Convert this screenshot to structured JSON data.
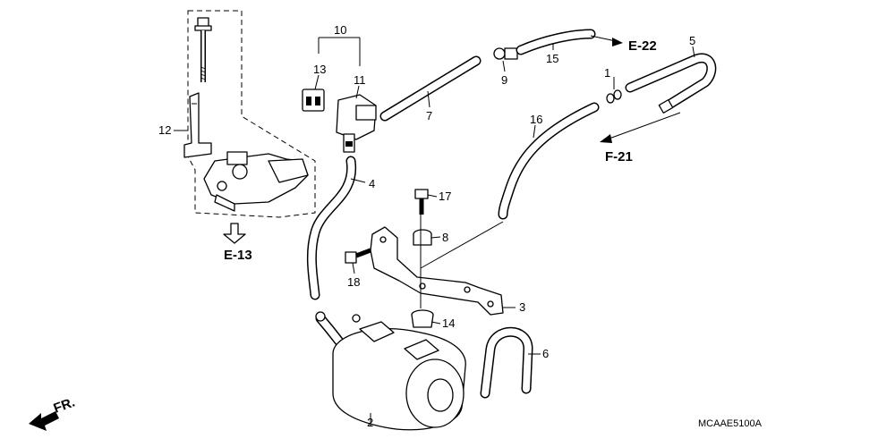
{
  "diagram": {
    "parts": {
      "p1": "1",
      "p2": "2",
      "p3": "3",
      "p4": "4",
      "p5": "5",
      "p6": "6",
      "p7": "7",
      "p8": "8",
      "p9": "9",
      "p10": "10",
      "p11": "11",
      "p12": "12",
      "p13": "13",
      "p14": "14",
      "p15": "15",
      "p16": "16",
      "p17": "17",
      "p18": "18"
    },
    "refs": {
      "e13": "E-13",
      "e22": "E-22",
      "f21": "F-21"
    },
    "front_label": "FR.",
    "code": "MCAAE5100A"
  }
}
